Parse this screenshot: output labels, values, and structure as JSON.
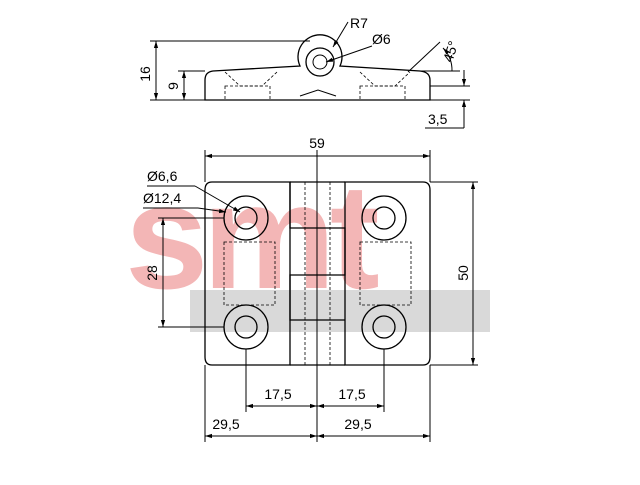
{
  "drawing": {
    "side_view": {
      "radius": "R7",
      "pin_diameter": "Ø6",
      "angle": "45°",
      "overall_height": "16",
      "leaf_height": "9",
      "thickness": "3,5"
    },
    "front_view": {
      "width": "59",
      "height": "50",
      "hole_diameter": "Ø6,6",
      "counterbore_diameter": "Ø12,4",
      "hole_pitch_vertical": "28",
      "hole_offset_left": "17,5",
      "hole_offset_right": "17,5",
      "half_width_left": "29,5",
      "half_width_right": "29,5"
    }
  },
  "watermark": {
    "text": "smt",
    "color": "#f3b6b6"
  }
}
